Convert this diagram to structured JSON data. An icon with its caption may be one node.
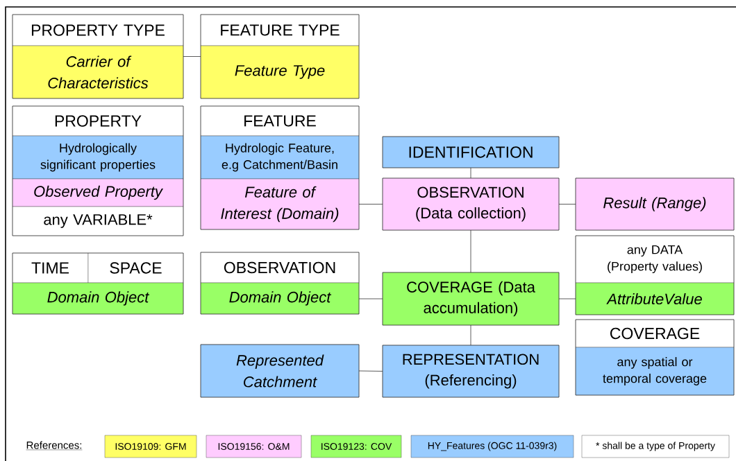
{
  "diagram": {
    "nodes": [
      {
        "text": [
          "PROPERTY TYPE",
          "Carrier of Characteristics"
        ]
      },
      {
        "text": [
          "FEATURE TYPE",
          "Feature Type"
        ]
      },
      {
        "text": [
          "PROPERTY",
          "Hydrologically significant properties",
          "Observed Property",
          "any VARIABLE*"
        ]
      },
      {
        "text": [
          "FEATURE",
          "Hydrologic Feature, e.g Catchment/Basin",
          "Feature of Interest (Domain)"
        ]
      },
      {
        "text": [
          "IDENTIFICATION"
        ]
      },
      {
        "text": [
          "OBSERVATION (Data collection)"
        ]
      },
      {
        "text": [
          "Result (Range)"
        ]
      },
      {
        "text": [
          "TIME",
          "SPACE",
          "Domain Object"
        ]
      },
      {
        "text": [
          "OBSERVATION",
          "Domain Object"
        ]
      },
      {
        "text": [
          "any DATA (Property values)",
          "AttributeValue"
        ]
      },
      {
        "text": [
          "COVERAGE (Data accumulation)"
        ]
      },
      {
        "text": [
          "COVERAGE",
          "any spatial or temporal coverage"
        ]
      },
      {
        "text": [
          "Represented Catchment"
        ]
      },
      {
        "text": [
          "REPRESENTATION (Referencing)"
        ]
      }
    ],
    "edges": [
      {
        "from": 0,
        "to": 1,
        "arrow": "none"
      },
      {
        "from": 3,
        "to": 5,
        "arrow": "none"
      },
      {
        "from": 4,
        "to": 5,
        "arrow": "none"
      },
      {
        "from": 5,
        "to": 6,
        "arrow": "none"
      },
      {
        "from": 5,
        "to": 10,
        "arrow": "none"
      },
      {
        "from": 8,
        "to": 10,
        "arrow": "none"
      },
      {
        "from": 10,
        "to": 9,
        "arrow": "none"
      },
      {
        "from": 10,
        "to": 13,
        "arrow": "none"
      },
      {
        "from": 12,
        "to": 13,
        "arrow": "none"
      }
    ],
    "labels": [
      "References:",
      "* shall be a type of Property"
    ],
    "legend": [
      {
        "text": "ISO19109: GFM",
        "color": "#ffff66"
      },
      {
        "text": "ISO19156: O&M",
        "color": "#ffccff"
      },
      {
        "text": "ISO19123: COV",
        "color": "#99ff66"
      },
      {
        "text": "HY_Features (OGC 11-039r3)",
        "color": "#99ccff"
      }
    ]
  }
}
